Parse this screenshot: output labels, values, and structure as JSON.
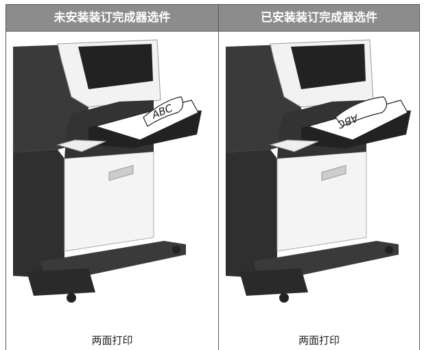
{
  "table": {
    "header_left": "未安装装订完成器选件",
    "header_right": "已安装装订完成器选件",
    "caption_left": "两面打印",
    "caption_right": "两面打印"
  },
  "illustrations": {
    "left": {
      "paper_text": "ABC",
      "paper_orientation": "face-up"
    },
    "right": {
      "paper_text": "ABC",
      "paper_orientation": "rotated-180"
    }
  },
  "colors": {
    "header_bg": "#8c8c8c",
    "printer_dark": "#3a3a3a",
    "printer_light": "#f2f2f2"
  }
}
